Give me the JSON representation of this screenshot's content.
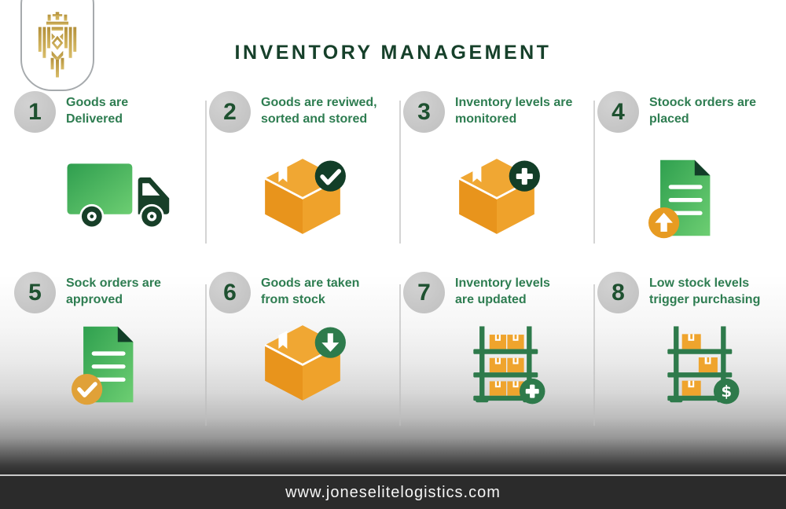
{
  "page": {
    "title": "INVENTORY MANAGEMENT",
    "footer_url": "www.joneselitelogistics.com"
  },
  "logo": {
    "icon": "gold-lion-crest-logo"
  },
  "steps": [
    {
      "num": "1",
      "line1": "Goods are",
      "line2": "Delivered",
      "icon": "delivery-truck"
    },
    {
      "num": "2",
      "line1": "Goods are reviwed,",
      "line2": "sorted and stored",
      "icon": "box-with-check-badge"
    },
    {
      "num": "3",
      "line1": "Inventory levels are",
      "line2": "monitored",
      "icon": "box-with-plus-badge"
    },
    {
      "num": "4",
      "line1": "Stoock orders are",
      "line2": "placed",
      "icon": "document-with-up-arrow-badge"
    },
    {
      "num": "5",
      "line1": "Sock orders are",
      "line2": "approved",
      "icon": "document-with-check-badge"
    },
    {
      "num": "6",
      "line1": "Goods are taken",
      "line2": "from stock",
      "icon": "box-with-down-arrow-badge"
    },
    {
      "num": "7",
      "line1": "Inventory levels",
      "line2": "are updated",
      "icon": "stock-shelf-with-plus-badge"
    },
    {
      "num": "8",
      "line1": "Low stock levels",
      "line2": "trigger purchasing",
      "icon": "stock-shelf-with-dollar-badge",
      "badge_glyph": "$"
    }
  ],
  "colors": {
    "title_green": "#16402A",
    "step_text_green": "#2E7D51",
    "number_green": "#1E5130",
    "dark_green": "#123E28",
    "mid_green": "#2E7B4C",
    "leaf_green": "#2FA04F",
    "leaf_green_light": "#6DCE72",
    "orange": "#E8941C",
    "orange_light": "#F0A733",
    "badge_orange": "#E79B22",
    "gold": "#C5A44E",
    "circle_gray": "#C6C6C6",
    "footer_bg": "#2B2B2B"
  }
}
